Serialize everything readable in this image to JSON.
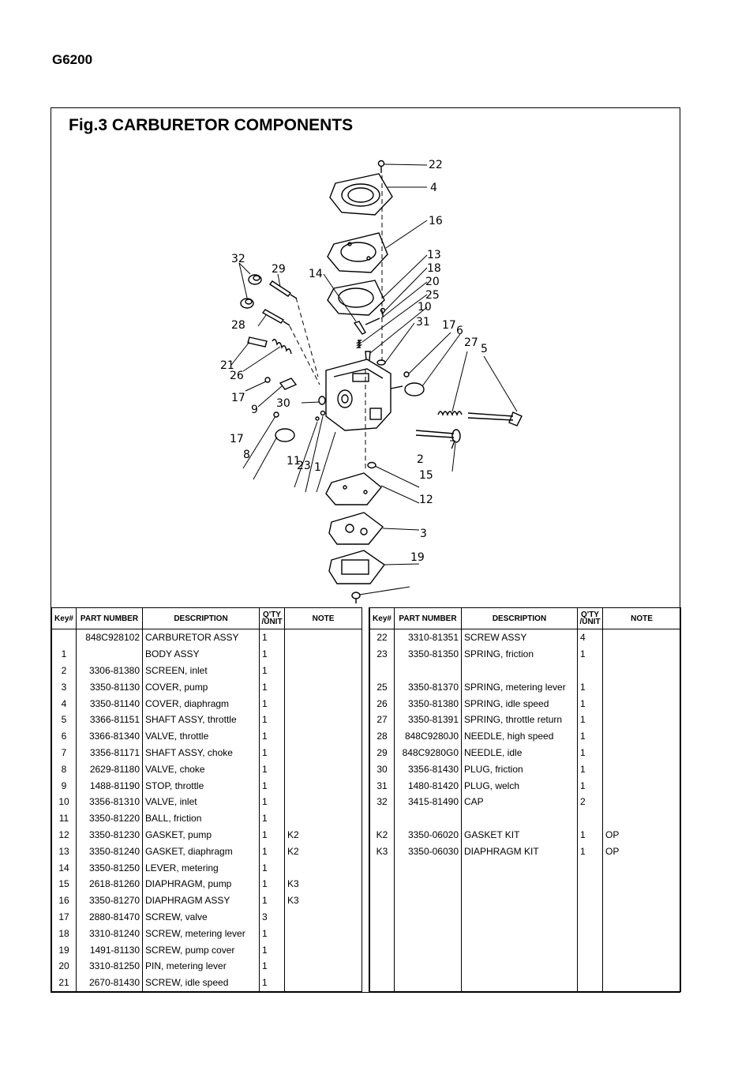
{
  "page": {
    "model": "G6200"
  },
  "figure": {
    "title": "Fig.3 CARBURETOR COMPONENTS",
    "callouts": [
      "22",
      "4",
      "16",
      "13",
      "18",
      "20",
      "25",
      "10",
      "31",
      "17",
      "6",
      "27",
      "5",
      "32",
      "29",
      "14",
      "28",
      "21",
      "26",
      "17",
      "9",
      "30",
      "17",
      "8",
      "11",
      "23",
      "1",
      "7",
      "2",
      "15",
      "12",
      "3",
      "19"
    ]
  },
  "columns": {
    "key": "Key#",
    "part_number": "PART NUMBER",
    "description": "DESCRIPTION",
    "qty_top": "Q'TY",
    "qty_bottom": "/UNIT",
    "note": "NOTE"
  },
  "left_rows": [
    {
      "key": "",
      "pn": "848C928102",
      "desc": "CARBURETOR ASSY",
      "qty": "1",
      "note": ""
    },
    {
      "key": "1",
      "pn": "",
      "desc": "BODY ASSY",
      "qty": "1",
      "note": ""
    },
    {
      "key": "2",
      "pn": "3306-81380",
      "desc": "SCREEN, inlet",
      "qty": "1",
      "note": ""
    },
    {
      "key": "3",
      "pn": "3350-81130",
      "desc": "COVER, pump",
      "qty": "1",
      "note": ""
    },
    {
      "key": "4",
      "pn": "3350-81140",
      "desc": "COVER, diaphragm",
      "qty": "1",
      "note": ""
    },
    {
      "key": "5",
      "pn": "3366-81151",
      "desc": "SHAFT ASSY, throttle",
      "qty": "1",
      "note": ""
    },
    {
      "key": "6",
      "pn": "3366-81340",
      "desc": "VALVE, throttle",
      "qty": "1",
      "note": ""
    },
    {
      "key": "7",
      "pn": "3356-81171",
      "desc": "SHAFT ASSY, choke",
      "qty": "1",
      "note": ""
    },
    {
      "key": "8",
      "pn": "2629-81180",
      "desc": "VALVE, choke",
      "qty": "1",
      "note": ""
    },
    {
      "key": "9",
      "pn": "1488-81190",
      "desc": "STOP, throttle",
      "qty": "1",
      "note": ""
    },
    {
      "key": "10",
      "pn": "3356-81310",
      "desc": "VALVE, inlet",
      "qty": "1",
      "note": ""
    },
    {
      "key": "11",
      "pn": "3350-81220",
      "desc": "BALL, friction",
      "qty": "1",
      "note": ""
    },
    {
      "key": "12",
      "pn": "3350-81230",
      "desc": "GASKET, pump",
      "qty": "1",
      "note": "K2"
    },
    {
      "key": "13",
      "pn": "3350-81240",
      "desc": "GASKET, diaphragm",
      "qty": "1",
      "note": "K2"
    },
    {
      "key": "14",
      "pn": "3350-81250",
      "desc": "LEVER, metering",
      "qty": "1",
      "note": ""
    },
    {
      "key": "15",
      "pn": "2618-81260",
      "desc": "DIAPHRAGM, pump",
      "qty": "1",
      "note": "K3"
    },
    {
      "key": "16",
      "pn": "3350-81270",
      "desc": "DIAPHRAGM ASSY",
      "qty": "1",
      "note": "K3"
    },
    {
      "key": "17",
      "pn": "2880-81470",
      "desc": "SCREW, valve",
      "qty": "3",
      "note": ""
    },
    {
      "key": "18",
      "pn": "3310-81240",
      "desc": "SCREW, metering lever",
      "qty": "1",
      "note": ""
    },
    {
      "key": "19",
      "pn": "1491-81130",
      "desc": "SCREW, pump cover",
      "qty": "1",
      "note": ""
    },
    {
      "key": "20",
      "pn": "3310-81250",
      "desc": "PIN, metering lever",
      "qty": "1",
      "note": ""
    },
    {
      "key": "21",
      "pn": "2670-81430",
      "desc": "SCREW, idle speed",
      "qty": "1",
      "note": ""
    }
  ],
  "right_rows": [
    {
      "key": "22",
      "pn": "3310-81351",
      "desc": "SCREW ASSY",
      "qty": "4",
      "note": ""
    },
    {
      "key": "23",
      "pn": "3350-81350",
      "desc": "SPRING, friction",
      "qty": "1",
      "note": ""
    },
    {
      "key": "",
      "pn": "",
      "desc": "",
      "qty": "",
      "note": ""
    },
    {
      "key": "25",
      "pn": "3350-81370",
      "desc": "SPRING, metering lever",
      "qty": "1",
      "note": ""
    },
    {
      "key": "26",
      "pn": "3350-81380",
      "desc": "SPRING, idle speed",
      "qty": "1",
      "note": ""
    },
    {
      "key": "27",
      "pn": "3350-81391",
      "desc": "SPRING, throttle return",
      "qty": "1",
      "note": ""
    },
    {
      "key": "28",
      "pn": "848C9280J0",
      "desc": "NEEDLE, high speed",
      "qty": "1",
      "note": ""
    },
    {
      "key": "29",
      "pn": "848C9280G0",
      "desc": "NEEDLE, idle",
      "qty": "1",
      "note": ""
    },
    {
      "key": "30",
      "pn": "3356-81430",
      "desc": "PLUG, friction",
      "qty": "1",
      "note": ""
    },
    {
      "key": "31",
      "pn": "1480-81420",
      "desc": "PLUG, welch",
      "qty": "1",
      "note": ""
    },
    {
      "key": "32",
      "pn": "3415-81490",
      "desc": "CAP",
      "qty": "2",
      "note": ""
    },
    {
      "key": "",
      "pn": "",
      "desc": "",
      "qty": "",
      "note": ""
    },
    {
      "key": "K2",
      "pn": "3350-06020",
      "desc": "GASKET KIT",
      "qty": "1",
      "note": "OP"
    },
    {
      "key": "K3",
      "pn": "3350-06030",
      "desc": "DIAPHRAGM KIT",
      "qty": "1",
      "note": "OP"
    },
    {
      "key": "",
      "pn": "",
      "desc": "",
      "qty": "",
      "note": ""
    },
    {
      "key": "",
      "pn": "",
      "desc": "",
      "qty": "",
      "note": ""
    },
    {
      "key": "",
      "pn": "",
      "desc": "",
      "qty": "",
      "note": ""
    },
    {
      "key": "",
      "pn": "",
      "desc": "",
      "qty": "",
      "note": ""
    },
    {
      "key": "",
      "pn": "",
      "desc": "",
      "qty": "",
      "note": ""
    },
    {
      "key": "",
      "pn": "",
      "desc": "",
      "qty": "",
      "note": ""
    },
    {
      "key": "",
      "pn": "",
      "desc": "",
      "qty": "",
      "note": ""
    },
    {
      "key": "",
      "pn": "",
      "desc": "",
      "qty": "",
      "note": ""
    }
  ]
}
